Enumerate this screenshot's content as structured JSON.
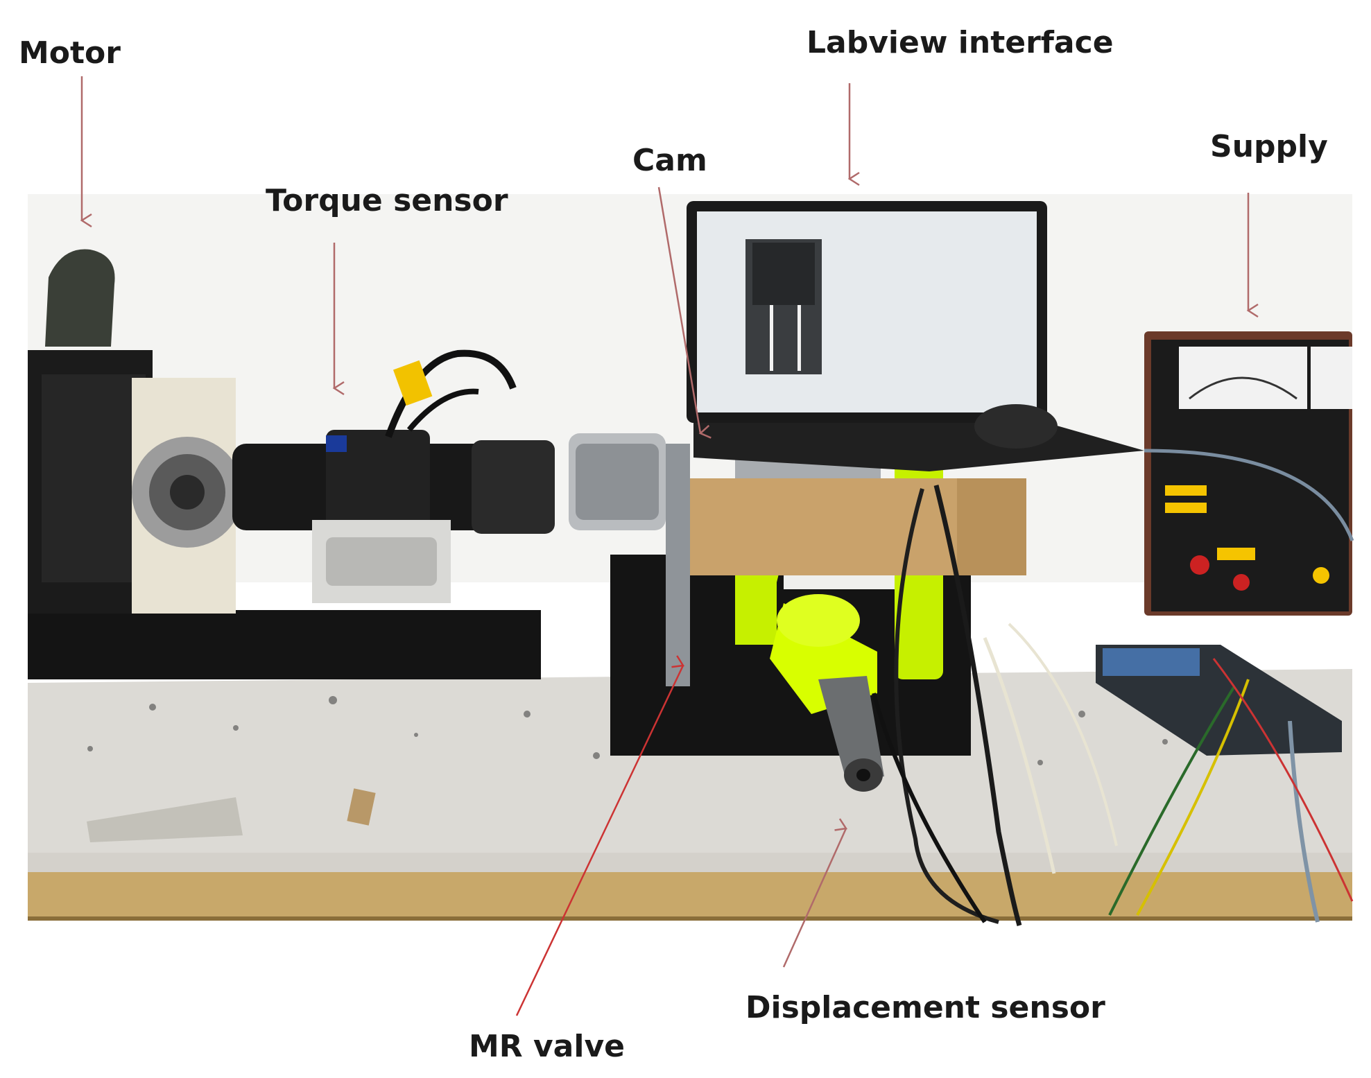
{
  "labels": {
    "motor": "Motor",
    "torque_sensor": "Torque sensor",
    "cam": "Cam",
    "labview_interface": "Labview interface",
    "supply": "Supply",
    "mr_valve": "MR valve",
    "displacement_sensor": "Displacement sensor"
  },
  "colors": {
    "arrow": "#b06a6a",
    "arrow_red": "#cc3333",
    "bench": "#d8d6d0",
    "bench_edge": "#c8a86a",
    "accent_yellow": "#c6f000"
  }
}
